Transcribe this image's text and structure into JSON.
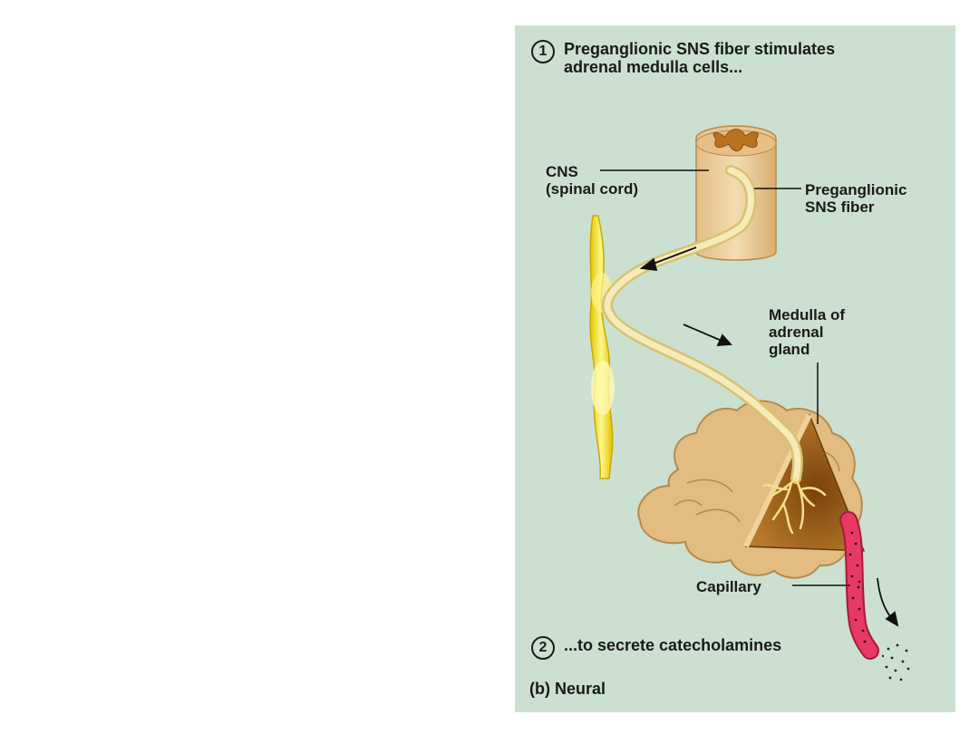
{
  "step1": {
    "number": "1",
    "line1": "Preganglionic SNS fiber stimulates",
    "line2": "adrenal medulla cells..."
  },
  "labels": {
    "cns_line1": "CNS",
    "cns_line2": "(spinal cord)",
    "fiber_line1": "Preganglionic",
    "fiber_line2": "SNS fiber",
    "medulla_line1": "Medulla of",
    "medulla_line2": "adrenal",
    "medulla_line3": "gland",
    "capillary": "Capillary"
  },
  "step2": {
    "number": "2",
    "text": "...to secrete catecholamines"
  },
  "caption": "(b) Neural",
  "colors": {
    "panel_background": "#cbe0d1",
    "nerve_yellow": "#f5e83a",
    "fiber": "#f1e3a0",
    "adrenal_tan": "#e0b97e",
    "medulla_brown": "#a5681a",
    "capillary_red": "#e0345a"
  }
}
